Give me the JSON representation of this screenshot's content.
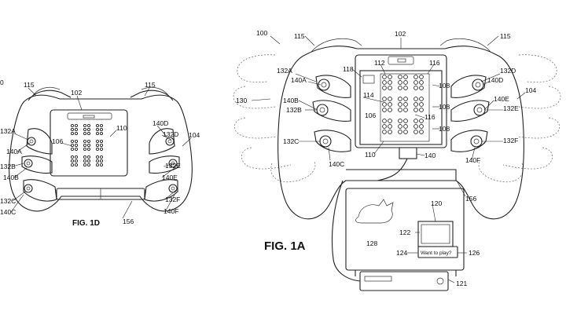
{
  "figures": {
    "left": {
      "caption": "FIG. 1D"
    },
    "right": {
      "caption": "FIG. 1A"
    }
  },
  "labels": {
    "l_0": "0",
    "l_115a": "115",
    "l_115b": "115",
    "l_102": "102",
    "l_110": "110",
    "l_104": "104",
    "l_106": "106",
    "l_132A": "132A",
    "l_140A": "140A",
    "l_132B": "132B",
    "l_140B": "140B",
    "l_132C": "132C",
    "l_140C": "140C",
    "l_140D": "140D",
    "l_132D": "132D",
    "l_132E": "132E",
    "l_140E": "140E",
    "l_132F": "132F",
    "l_140F": "140F",
    "l_156": "156",
    "r_100": "100",
    "r_115a": "115",
    "r_102": "102",
    "r_115b": "115",
    "r_112": "112",
    "r_116a": "116",
    "r_118": "118",
    "r_132A": "132A",
    "r_140A": "140A",
    "r_130": "130",
    "r_140B": "140B",
    "r_132B": "132B",
    "r_114": "114",
    "r_106": "106",
    "r_132C": "132C",
    "r_140C": "140C",
    "r_108a": "108",
    "r_108b": "108",
    "r_108c": "108",
    "r_116b": "116",
    "r_110": "110",
    "r_140": "140",
    "r_132D": "132D",
    "r_140D": "140D",
    "r_104": "104",
    "r_140E": "140E",
    "r_132E": "132E",
    "r_132F": "132F",
    "r_140F": "140F",
    "r_156": "156",
    "r_120": "120",
    "r_122": "122",
    "r_128": "128",
    "r_124": "124",
    "r_126": "126",
    "r_121": "121"
  },
  "screen_prompt": "Want to play?"
}
